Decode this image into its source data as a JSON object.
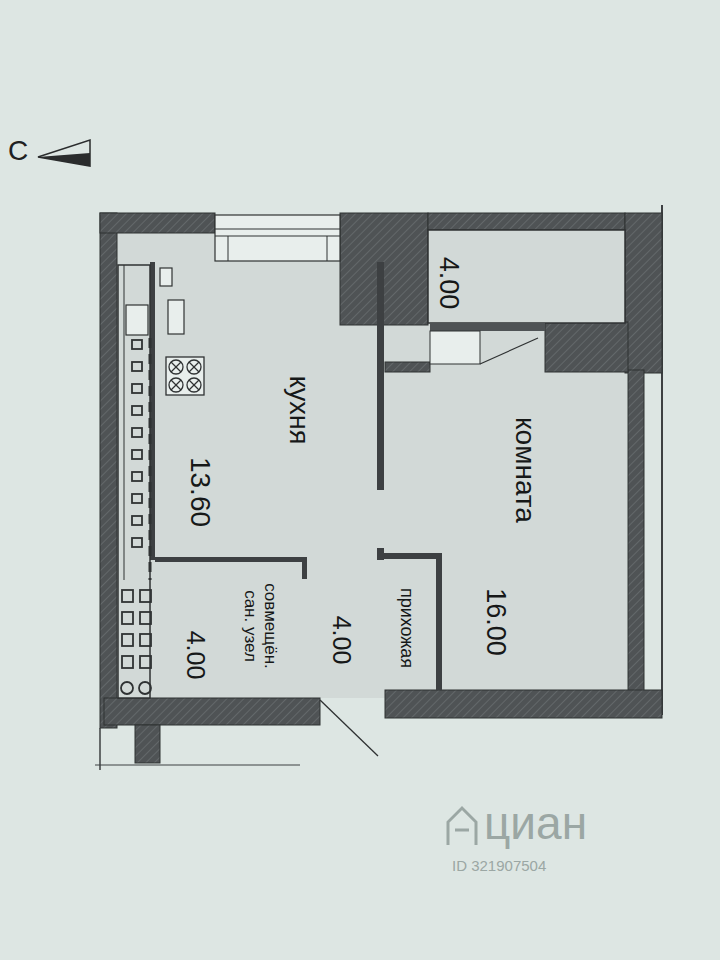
{
  "diagram": {
    "nodes": [
      {
        "text": [
          "кухня",
          "13.60"
        ]
      },
      {
        "text": [
          "4.00"
        ]
      },
      {
        "text": [
          "комната",
          "16.00"
        ]
      },
      {
        "text": [
          "прихожая",
          "4.00"
        ]
      },
      {
        "text": [
          "совмещён. сан. узел",
          "4.00"
        ]
      }
    ],
    "labels": [
      "С",
      "циан",
      "ID 321907504"
    ]
  }
}
